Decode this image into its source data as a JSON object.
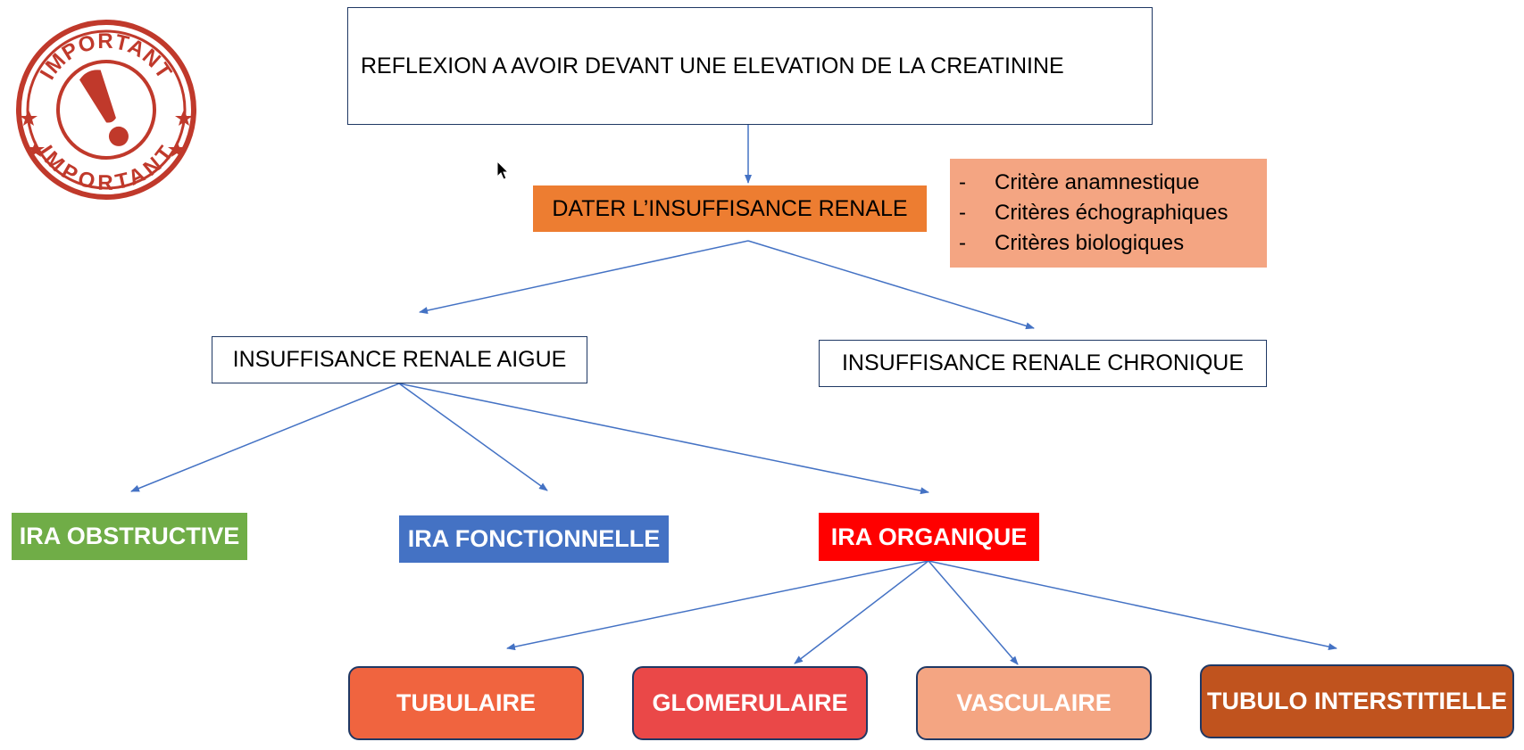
{
  "diagram": {
    "title": "REFLEXION A AVOIR DEVANT UNE ELEVATION DE LA CREATININE",
    "step": "DATER L’INSUFFISANCE RENALE",
    "criteria": [
      "Critère anamnestique",
      "Critères échographiques",
      "Critères biologiques"
    ],
    "acute": "INSUFFISANCE RENALE AIGUE",
    "chronic": "INSUFFISANCE RENALE CHRONIQUE",
    "ira_types": {
      "obstructive": "IRA OBSTRUCTIVE",
      "functional": "IRA FONCTIONNELLE",
      "organic": "IRA ORGANIQUE"
    },
    "organic_types": {
      "tubular": "TUBULAIRE",
      "glomerular": "GLOMERULAIRE",
      "vascular": "VASCULAIRE",
      "interstitial": "TUBULO INTERSTITIELLE"
    },
    "stamp": {
      "text_top": "IMPORTANT",
      "text_bottom": "IMPORTANT"
    }
  },
  "colors": {
    "step": "#ed7d31",
    "criteria_bg": "#f4a582",
    "obstructive": "#70ad47",
    "functional": "#4472c4",
    "organic": "#ff0000",
    "tubular": "#f0643f",
    "glomerular": "#ea4848",
    "vascular": "#f4a582",
    "interstitial": "#c0531e",
    "arrow": "#4472c4",
    "stamp": "#c0392b"
  }
}
